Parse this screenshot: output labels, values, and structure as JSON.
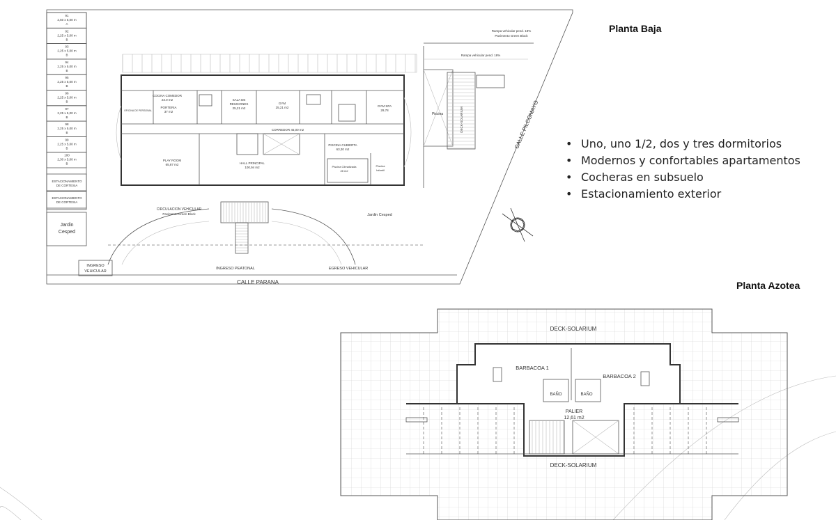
{
  "headings": {
    "planta_baja": "Planta Baja",
    "planta_azotea": "Planta Azotea"
  },
  "features": [
    "Uno, uno 1/2, dos y tres dormitorios",
    "Modernos y confortables apartamentos",
    "Cocheras en subsuelo",
    "Estacionamiento exterior"
  ],
  "ground_plan": {
    "parking_spots": [
      {
        "num": "91",
        "size": "2,50 x 5,00 m",
        "type": "A"
      },
      {
        "num": "92",
        "size": "2,25 x 5,00 m",
        "type": "B"
      },
      {
        "num": "93",
        "size": "2,25 x 5,00 m",
        "type": "B"
      },
      {
        "num": "94",
        "size": "2,25 x 5,00 m",
        "type": "B"
      },
      {
        "num": "95",
        "size": "2,25 x 5,00 m",
        "type": "B"
      },
      {
        "num": "96",
        "size": "2,25 x 5,00 m",
        "type": "B"
      },
      {
        "num": "97",
        "size": "2,25 x 5,00 m",
        "type": "B"
      },
      {
        "num": "98",
        "size": "2,25 x 5,00 m",
        "type": "B"
      },
      {
        "num": "99",
        "size": "2,25 x 5,00 m",
        "type": "B"
      },
      {
        "num": "100",
        "size": "2,30 x 5,00 m",
        "type": "B"
      }
    ],
    "courtesy_parking": [
      "ESTACIONAMIENTO",
      "DE CORTESIA"
    ],
    "jardin_left": [
      "Jardin",
      "Cesped"
    ],
    "jardin_right": "Jardin Cesped",
    "rooms": {
      "cocina": [
        "COCINA COMEDOR",
        "23.0 m2"
      ],
      "porteria": [
        "PORTERIA",
        "37 m2"
      ],
      "oficina": "OFICINA DE PERSONAL",
      "sala": [
        "SALA DE",
        "REUNIONES",
        "25,21 m2"
      ],
      "gym": [
        "GYM",
        "25,21 m2"
      ],
      "gym_spa": [
        "GYM SPA",
        "29,78"
      ],
      "corredor": "CORREDOR 45,00 m2",
      "play_room": [
        "PLAY ROOM",
        "65,87 m2"
      ],
      "hall": [
        "HALL PRINCIPAL",
        "100,94 m2"
      ],
      "piscina_cubierta": [
        "PISCINA CUBIERTA",
        "63,30 m2"
      ],
      "piscina_climatizada": [
        "Piscina Climatizada",
        "28 m2"
      ],
      "piscina_infantil": [
        "Piscina",
        "Infantil"
      ],
      "piscina": "Piscina",
      "deck_solarium": "DECK-SOLARIUM"
    },
    "circulation": [
      "CIRCULACION VEHICULAR",
      "Pavimento Green Block"
    ],
    "ramp_top": [
      "Rampa vehicular pend. 18%",
      "Pavimento Green Block"
    ],
    "ramp_mid": "Rampa vehicular pend. 18%",
    "streets": {
      "parana": "CALLE PARANA",
      "pilcomayo": "CALLE PILCOMAYO",
      "ingreso_vehicular": [
        "INGRESO",
        "VEHICULAR"
      ],
      "ingreso_peatonal": "INGRESO PEATONAL",
      "egreso_vehicular": "EGRESO VEHICULAR"
    }
  },
  "roof_plan": {
    "deck_top": "DECK-SOLARIUM",
    "deck_bottom": "DECK-SOLARIUM",
    "barbacoa_1": "BARBACOA 1",
    "barbacoa_2": "BARBACOA 2",
    "bano_1": "BAÑO",
    "bano_2": "BAÑO",
    "palier": [
      "PALIER",
      "12,61 m2"
    ]
  },
  "colors": {
    "line": "#333333",
    "background": "#ffffff",
    "grid": "#bbbbbb"
  }
}
